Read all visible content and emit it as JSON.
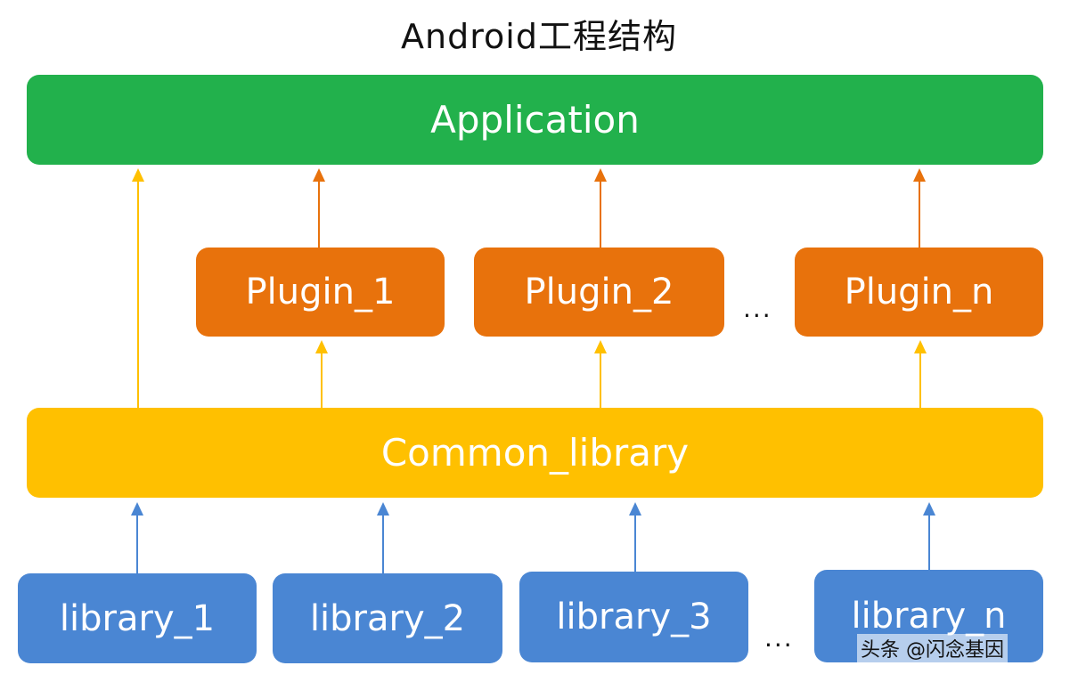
{
  "title": "Android工程结构",
  "colors": {
    "application": "#22B14C",
    "plugin": "#E8720C",
    "common": "#FFC000",
    "library": "#4A86D3",
    "arrow_yellow": "#FFC000",
    "arrow_orange": "#E8720C",
    "arrow_blue": "#4A86D3"
  },
  "application": {
    "label": "Application"
  },
  "plugins": [
    {
      "label": "Plugin_1"
    },
    {
      "label": "Plugin_2"
    },
    {
      "label": "Plugin_n"
    }
  ],
  "plugin_ellipsis": "...",
  "common": {
    "label": "Common_library"
  },
  "libraries": [
    {
      "label": "library_1"
    },
    {
      "label": "library_2"
    },
    {
      "label": "library_3"
    },
    {
      "label": "library_n"
    }
  ],
  "library_ellipsis": "...",
  "watermark": "头条 @闪念基因"
}
